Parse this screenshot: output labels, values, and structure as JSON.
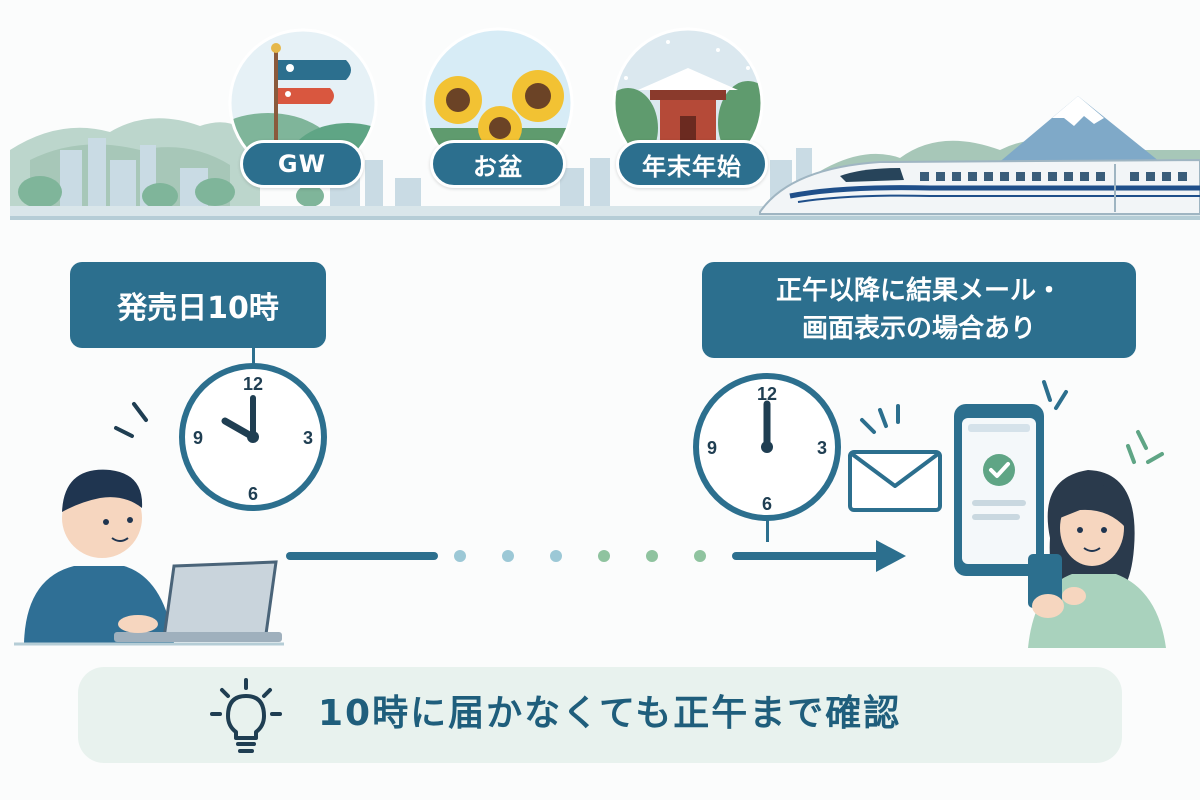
{
  "seasons": [
    {
      "label": "GW",
      "scene": "carp-streamer-scene"
    },
    {
      "label": "お盆",
      "scene": "sunflower-scene"
    },
    {
      "label": "年末年始",
      "scene": "snowy-temple-scene"
    }
  ],
  "release_box": {
    "text": "発売日10時"
  },
  "result_box": {
    "lines": [
      "正午以降に結果メール・",
      "画面表示の場合あり"
    ]
  },
  "clock_release": {
    "numbers": [
      "12",
      "3",
      "6",
      "9"
    ],
    "time": "10:00"
  },
  "clock_noon": {
    "numbers": [
      "12",
      "3",
      "6",
      "9"
    ],
    "time": "12:00"
  },
  "tip": {
    "text": "10時に届かなくても正午まで確認",
    "icon": "lightbulb-icon"
  },
  "icons": [
    "laptop-icon",
    "mail-icon",
    "smartphone-icon",
    "checkmark-icon",
    "shinkansen-icon",
    "mount-fuji-icon"
  ],
  "colors": {
    "primary": "#2c6f8e",
    "dark_text": "#1f5e7c",
    "tip_bg": "#e8f2ee",
    "green_accent": "#5fa585",
    "dot_blue": "#9cc8d6",
    "dot_green": "#8fc39f"
  }
}
